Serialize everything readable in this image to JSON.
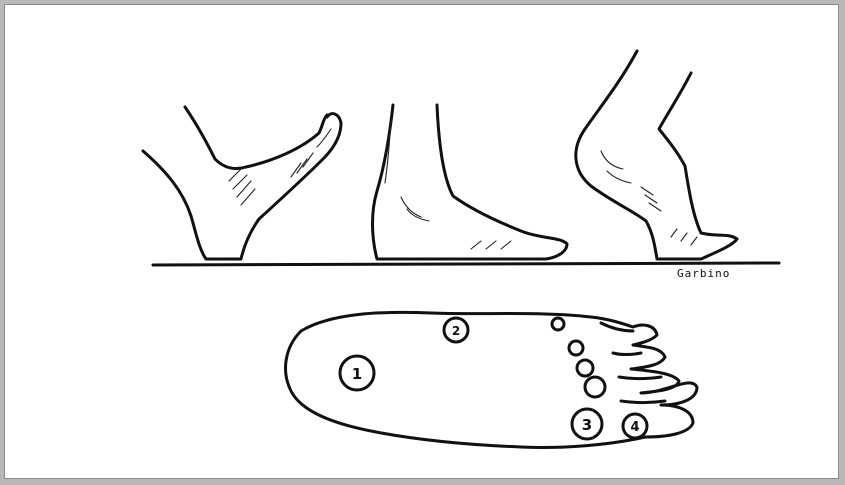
{
  "signature": "Garbino",
  "zones": [
    {
      "id": "1",
      "label": "1"
    },
    {
      "id": "2",
      "label": "2"
    },
    {
      "id": "3",
      "label": "3"
    },
    {
      "id": "4",
      "label": "4"
    }
  ],
  "colors": {
    "ink": "#111111",
    "paper": "#ffffff",
    "scan_border": "#b8b8b8"
  }
}
